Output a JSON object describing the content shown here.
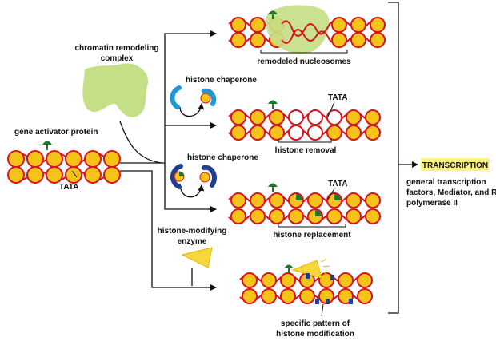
{
  "colors": {
    "dna": "#d7141d",
    "histone_fill": "#f7c31a",
    "histone_stroke": "#d7141d",
    "remodeler": "#c5df86",
    "chaperone_light": "#1d9ad6",
    "chaperone_dark": "#1f3f8f",
    "activator": "#1f7a2e",
    "modifying_enzyme": "#f7d73a",
    "modification_mark": "#1f3f8f",
    "transcription_box": "#fbf38a",
    "arrow": "#111111"
  },
  "labels": {
    "chromatin_remodeling_complex": [
      "chromatin remodeling",
      "complex"
    ],
    "gene_activator_protein": "gene activator protein",
    "tata_left": "TATA",
    "tata_removal": "TATA",
    "tata_replacement": "TATA",
    "histone_chaperone_1": "histone chaperone",
    "histone_chaperone_2": "histone chaperone",
    "histone_modifying_enzyme": [
      "histone-modifying",
      "enzyme"
    ],
    "remodeled_nucleosomes": "remodeled nucleosomes",
    "histone_removal": "histone removal",
    "histone_replacement": "histone replacement",
    "specific_pattern": [
      "specific pattern of",
      "histone modification"
    ],
    "transcription": "TRANSCRIPTION",
    "general_factors": [
      "general transcription",
      "factors, Mediator, and RNA",
      "polymerase II"
    ]
  },
  "icons": {
    "remodeler": "chromatin-remodeler-blob",
    "chaperone": "histone-chaperone-c-shape",
    "enzyme": "histone-modifying-enzyme-wedge",
    "activator": "gene-activator-pin"
  }
}
